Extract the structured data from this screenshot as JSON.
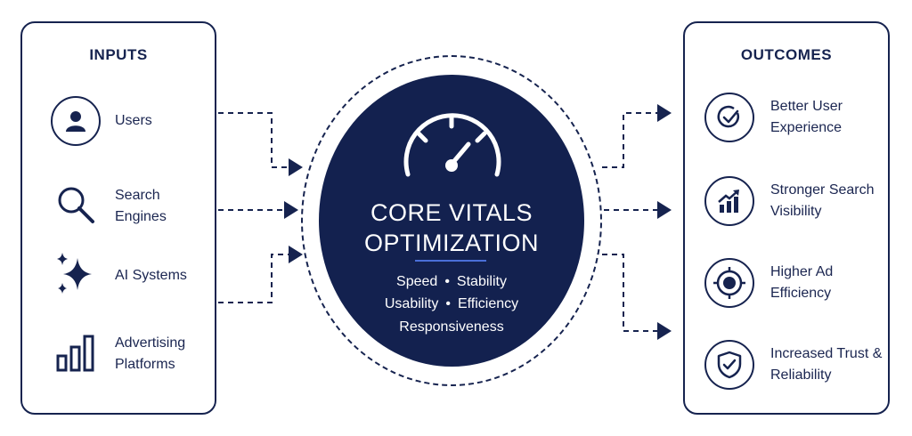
{
  "inputs": {
    "title": "INPUTS",
    "items": [
      {
        "label": "Users",
        "icon": "user-icon"
      },
      {
        "label": "Search Engines",
        "icon": "search-icon"
      },
      {
        "label": "AI Systems",
        "icon": "sparkle-icon"
      },
      {
        "label": "Advertising Platforms",
        "icon": "bar-chart-icon"
      }
    ]
  },
  "hub": {
    "title_line1": "CORE VITALS",
    "title_line2": "OPTIMIZATION",
    "sub_speed": "Speed",
    "sub_stability": "Stability",
    "sub_usability": "Usability",
    "sub_efficiency": "Efficiency",
    "sub_responsiveness": "Responsiveness",
    "icon": "gauge-icon"
  },
  "outcomes": {
    "title": "OUTCOMES",
    "items": [
      {
        "label": "Better User Experience",
        "icon": "check-circle-icon"
      },
      {
        "label": "Stronger Search Visibility",
        "icon": "growth-chart-icon"
      },
      {
        "label": "Higher Ad Efficiency",
        "icon": "target-icon"
      },
      {
        "label": "Increased Trust & Reliability",
        "icon": "shield-check-icon"
      }
    ]
  },
  "colors": {
    "navy": "#13214f",
    "accent": "#4a6fd8",
    "background": "#ffffff"
  }
}
